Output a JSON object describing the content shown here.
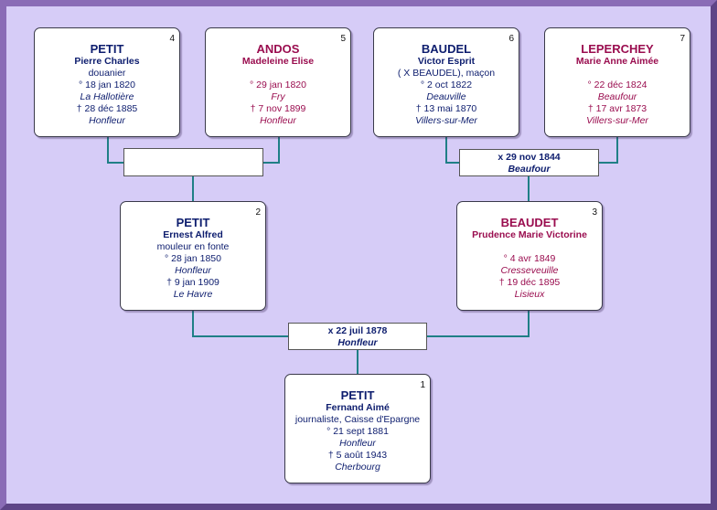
{
  "persons": {
    "p1": {
      "num": "1",
      "surname": "PETIT",
      "given": "Fernand Aimé",
      "occupation": "journaliste, Caisse d'Epargne",
      "birth_date": "° 21 sept 1881",
      "birth_place": "Honfleur",
      "death_date": "† 5 août 1943",
      "death_place": "Cherbourg"
    },
    "p2": {
      "num": "2",
      "surname": "PETIT",
      "given": "Ernest Alfred",
      "occupation": "mouleur en fonte",
      "birth_date": "° 28 jan 1850",
      "birth_place": "Honfleur",
      "death_date": "† 9 jan 1909",
      "death_place": "Le Havre"
    },
    "p3": {
      "num": "3",
      "surname": "BEAUDET",
      "given": "Prudence Marie Victorine",
      "occupation": "",
      "birth_date": "° 4 avr 1849",
      "birth_place": "Cresseveuille",
      "death_date": "† 19 déc 1895",
      "death_place": "Lisieux"
    },
    "p4": {
      "num": "4",
      "surname": "PETIT",
      "given": "Pierre Charles",
      "occupation": "douanier",
      "birth_date": "° 18 jan 1820",
      "birth_place": "La Hallotière",
      "death_date": "† 28 déc 1885",
      "death_place": "Honfleur"
    },
    "p5": {
      "num": "5",
      "surname": "ANDOS",
      "given": "Madeleine Elise",
      "occupation": "",
      "birth_date": "° 29 jan 1820",
      "birth_place": "Fry",
      "death_date": "† 7 nov 1899",
      "death_place": "Honfleur"
    },
    "p6": {
      "num": "6",
      "surname": "BAUDEL",
      "given": "Victor Esprit",
      "occupation": "( X BEAUDEL), maçon",
      "birth_date": "° 2 oct 1822",
      "birth_place": "Deauville",
      "death_date": "† 13 mai 1870",
      "death_place": "Villers-sur-Mer"
    },
    "p7": {
      "num": "7",
      "surname": "LEPERCHEY",
      "given": "Marie Anne Aimée",
      "occupation": "",
      "birth_date": "° 22 déc 1824",
      "birth_place": "Beaufour",
      "death_date": "† 17 avr 1873",
      "death_place": "Villers-sur-Mer"
    }
  },
  "marriages": {
    "m45": {
      "date": "",
      "place": ""
    },
    "m67": {
      "date": "x 29 nov 1844",
      "place": "Beaufour"
    },
    "m23": {
      "date": "x 22 juil 1878",
      "place": "Honfleur"
    }
  },
  "colors": {
    "background": "#d6ccf7",
    "border": "#7b5da6",
    "connector": "#1f7f86",
    "male": "#0d1d6e",
    "female": "#9a0d4f"
  }
}
